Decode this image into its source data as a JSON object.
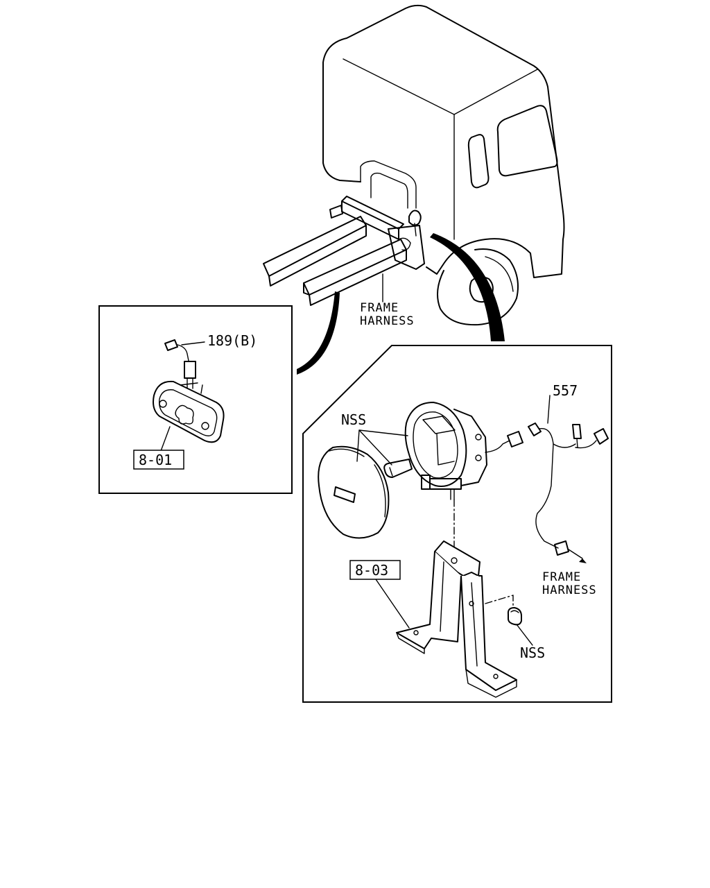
{
  "labels": {
    "frame_harness_top_line1": "FRAME",
    "frame_harness_top_line2": "HARNESS",
    "part_189b": "189(B)",
    "part_8_01": "8-01",
    "part_557": "557",
    "nss_top": "NSS",
    "part_8_03": "8-03",
    "frame_harness_right_line1": "FRAME",
    "frame_harness_right_line2": "HARNESS",
    "nss_bottom": "NSS"
  }
}
